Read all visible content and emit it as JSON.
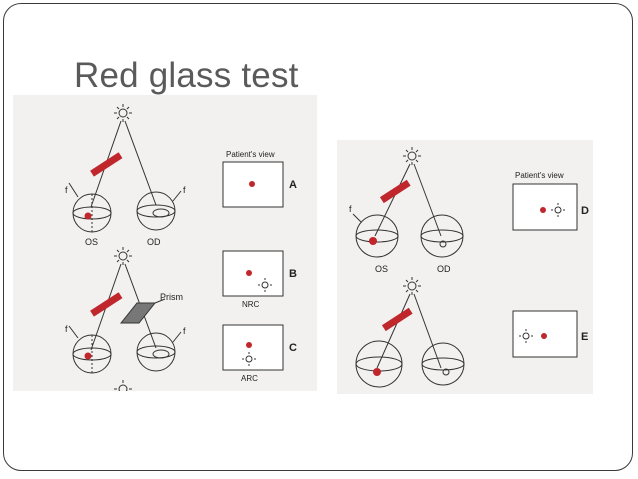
{
  "slide": {
    "title": "Red glass test"
  },
  "left_figure": {
    "top_diagram": {
      "left_eye_label": "OS",
      "right_eye_label": "OD",
      "fovea_left": "f",
      "fovea_right": "f"
    },
    "bottom_diagram": {
      "prism_label": "Prism",
      "fovea_left": "f",
      "fovea_right": "f"
    },
    "boxes": [
      {
        "header": "Patient's view",
        "letter": "A",
        "caption": ""
      },
      {
        "header": "",
        "letter": "B",
        "caption": "NRC"
      },
      {
        "header": "",
        "letter": "C",
        "caption": "ARC"
      }
    ]
  },
  "right_figure": {
    "top_diagram": {
      "left_eye_label": "OS",
      "right_eye_label": "OD",
      "fovea_left": "f"
    },
    "boxes": [
      {
        "header": "Patient's view",
        "letter": "D"
      },
      {
        "header": "",
        "letter": "E"
      }
    ]
  },
  "colors": {
    "red_glass": "#c0272d",
    "red_dot": "#c0272d",
    "ink": "#222222",
    "panel_bg": "#f2f1ef",
    "title": "#5a5a5a"
  }
}
